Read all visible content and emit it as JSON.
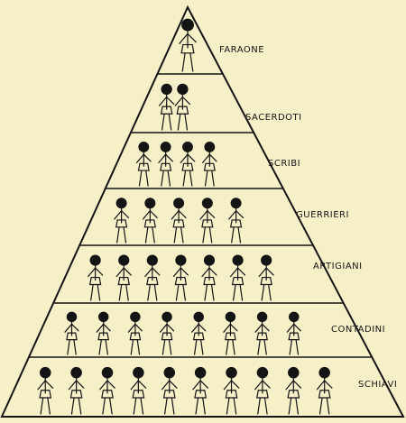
{
  "diagram": {
    "type": "social-pyramid",
    "colors": {
      "background": "#f6f0c9",
      "ink": "#141414"
    },
    "tiers": [
      {
        "label": "FARAONE",
        "figures": 1
      },
      {
        "label": "SACERDOTI",
        "figures": 2
      },
      {
        "label": "SCRIBI",
        "figures": 4
      },
      {
        "label": "GUERRIERI",
        "figures": 5
      },
      {
        "label": "ARTIGIANI",
        "figures": 7
      },
      {
        "label": "CONTADINI",
        "figures": 8
      },
      {
        "label": "SCHIAVI",
        "figures": 10
      }
    ]
  }
}
